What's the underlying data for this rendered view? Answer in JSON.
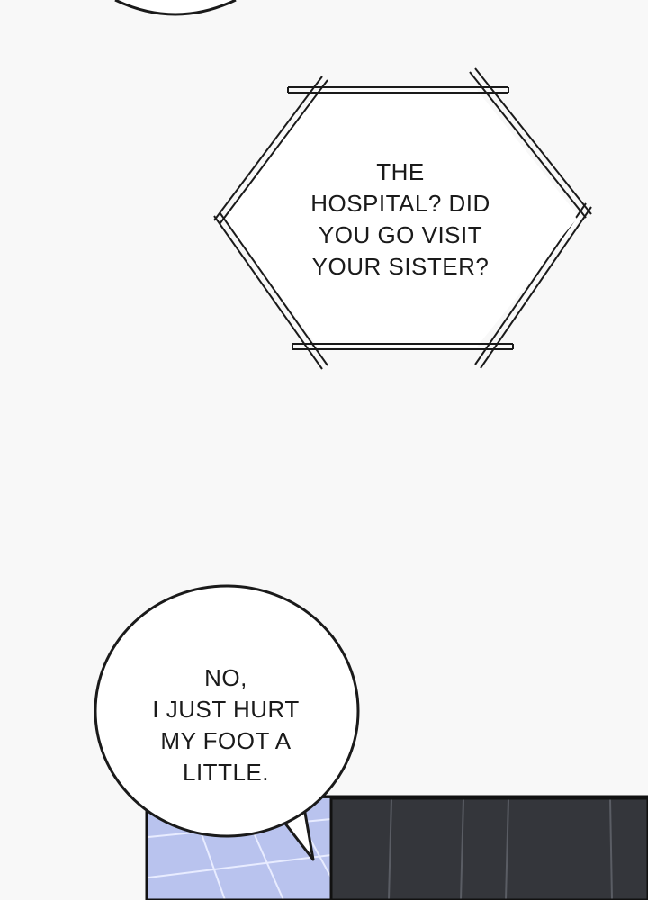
{
  "panel_top": {
    "hex_bubble": {
      "lines": [
        "THE",
        "HOSPITAL? DID",
        "YOU GO VISIT",
        "YOUR SISTER?"
      ]
    }
  },
  "panel_bottom": {
    "round_bubble": {
      "lines": [
        "NO,",
        "I JUST HURT",
        "MY FOOT A",
        "LITTLE."
      ]
    }
  },
  "colors": {
    "background": "#f8f8f8",
    "bubble_fill": "#ffffff",
    "bubble_stroke": "#1a1a1a",
    "tile_floor": "#b9c3ee",
    "dark_panel": "#2f3136"
  }
}
